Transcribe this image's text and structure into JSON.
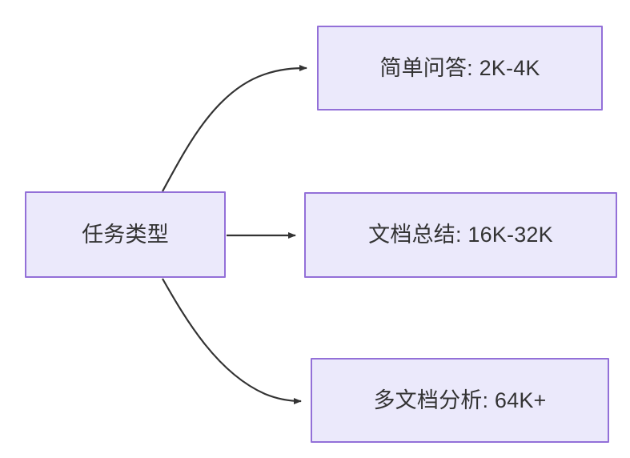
{
  "diagram": {
    "type": "flowchart",
    "direction": "left-to-right",
    "background_color": "#ffffff",
    "node_fill_color": "#ebe9fb",
    "node_border_color": "#9370d8",
    "node_text_color": "#333333",
    "edge_color": "#333333",
    "root": {
      "id": "task-type",
      "label": "任务类型"
    },
    "nodes": [
      {
        "id": "simple-qa",
        "label": "简单问答: 2K-4K",
        "task": "简单问答",
        "range": "2K-4K"
      },
      {
        "id": "doc-summary",
        "label": "文档总结: 16K-32K",
        "task": "文档总结",
        "range": "16K-32K"
      },
      {
        "id": "multi-doc",
        "label": "多文档分析: 64K+",
        "task": "多文档分析",
        "range": "64K+"
      }
    ],
    "edges": [
      {
        "id": "edge-to-simple-qa",
        "from": "task-type",
        "to": "simple-qa",
        "label": "",
        "style": "curved"
      },
      {
        "id": "edge-to-doc-summary",
        "from": "task-type",
        "to": "doc-summary",
        "label": "",
        "style": "straight"
      },
      {
        "id": "edge-to-multi-doc",
        "from": "task-type",
        "to": "multi-doc",
        "label": "",
        "style": "curved"
      }
    ]
  }
}
